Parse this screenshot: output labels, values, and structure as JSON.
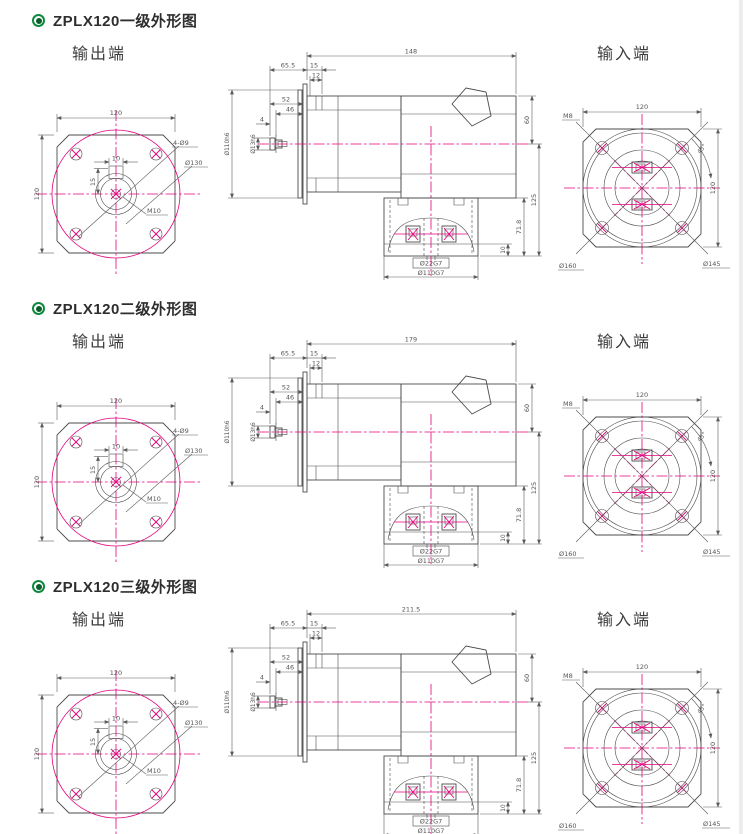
{
  "page": {
    "colors": {
      "accent_magenta": "#e5007d",
      "line": "#4b4b4b",
      "bullet_green": "#0e8a3e"
    },
    "icons": {
      "section_bullet": "concentric-circle-bullet-icon"
    },
    "sections": [
      {
        "title": "ZPLX120一级外形图",
        "output_label": "输出端",
        "input_label": "输入端",
        "front": {
          "width": "120",
          "height": "120",
          "corner_holes": "4-Ø9",
          "bolt_circle": "Ø130",
          "key_width": "10",
          "key_height": "15",
          "center_tap": "M10"
        },
        "side": {
          "overall": "148",
          "len1": "65.5",
          "len2": "15",
          "len3": "12",
          "shaft_len_total": "52",
          "shaft_len": "46",
          "tip_len": "4",
          "spigot_dia": "Ø110h6",
          "shaft_dia": "Ø13h6",
          "h_top": "60",
          "h_total": "125",
          "h_input": "71.8",
          "h_pilot": "10",
          "input_bore": "Ø22G7",
          "input_pilot": "Ø110G7"
        },
        "input": {
          "width": "120",
          "height": "120",
          "tap": "M8",
          "angle": "45°",
          "corner_dia": "Ø160",
          "bolt_circle": "Ø145"
        }
      },
      {
        "title": "ZPLX120二级外形图",
        "output_label": "输出端",
        "input_label": "输入端",
        "front": {
          "width": "120",
          "height": "120",
          "corner_holes": "4-Ø9",
          "bolt_circle": "Ø130",
          "key_width": "10",
          "key_height": "15",
          "center_tap": "M10"
        },
        "side": {
          "overall": "179",
          "len1": "65.5",
          "len2": "15",
          "len3": "12",
          "shaft_len_total": "52",
          "shaft_len": "46",
          "tip_len": "4",
          "spigot_dia": "Ø110h6",
          "shaft_dia": "Ø13h6",
          "h_top": "60",
          "h_total": "125",
          "h_input": "71.8",
          "h_pilot": "10",
          "input_bore": "Ø22G7",
          "input_pilot": "Ø110G7"
        },
        "input": {
          "width": "120",
          "height": "120",
          "tap": "M8",
          "angle": "45°",
          "corner_dia": "Ø160",
          "bolt_circle": "Ø145"
        }
      },
      {
        "title": "ZPLX120三级外形图",
        "output_label": "输出端",
        "input_label": "输入端",
        "front": {
          "width": "120",
          "height": "120",
          "corner_holes": "4-Ø9",
          "bolt_circle": "Ø130",
          "key_width": "10",
          "key_height": "15",
          "center_tap": "M10"
        },
        "side": {
          "overall": "211.5",
          "len1": "65.5",
          "len2": "15",
          "len3": "12",
          "shaft_len_total": "52",
          "shaft_len": "46",
          "tip_len": "4",
          "spigot_dia": "Ø110h6",
          "shaft_dia": "Ø13h6",
          "h_top": "60",
          "h_total": "125",
          "h_input": "71.8",
          "h_pilot": "10",
          "input_bore": "Ø22G7",
          "input_pilot": "Ø110G7"
        },
        "input": {
          "width": "120",
          "height": "120",
          "tap": "M8",
          "angle": "45°",
          "corner_dia": "Ø160",
          "bolt_circle": "Ø145"
        }
      }
    ]
  }
}
